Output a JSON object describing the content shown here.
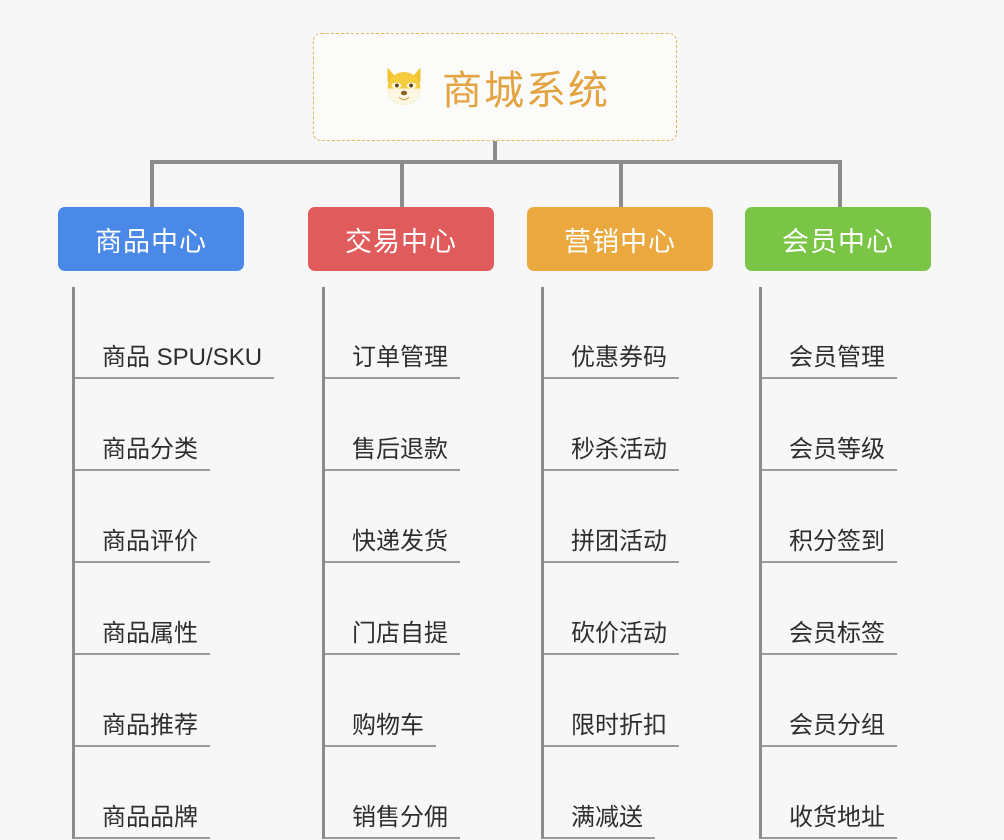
{
  "page": {
    "background_color": "#f7f7f7",
    "title": "商城系统"
  },
  "root": {
    "icon": "shiba-dog-face-icon",
    "label": "商城系统",
    "text_color": "#e3a340",
    "border_color": "#e6b45c",
    "background_color": "#fbfbfa"
  },
  "connector": {
    "color": "#8c8c8c"
  },
  "columns": [
    {
      "key": "product-center",
      "header": "商品中心",
      "color": "#4a89e8",
      "items": [
        "商品 SPU/SKU",
        "商品分类",
        "商品评价",
        "商品属性",
        "商品推荐",
        "商品品牌"
      ]
    },
    {
      "key": "trade-center",
      "header": "交易中心",
      "color": "#e05c5c",
      "items": [
        "订单管理",
        "售后退款",
        "快递发货",
        "门店自提",
        "购物车",
        "销售分佣"
      ]
    },
    {
      "key": "marketing-center",
      "header": "营销中心",
      "color": "#eaa83f",
      "items": [
        "优惠券码",
        "秒杀活动",
        "拼团活动",
        "砍价活动",
        "限时折扣",
        "满减送"
      ]
    },
    {
      "key": "member-center",
      "header": "会员中心",
      "color": "#7ac546",
      "items": [
        "会员管理",
        "会员等级",
        "积分签到",
        "会员标签",
        "会员分组",
        "收货地址"
      ]
    }
  ]
}
